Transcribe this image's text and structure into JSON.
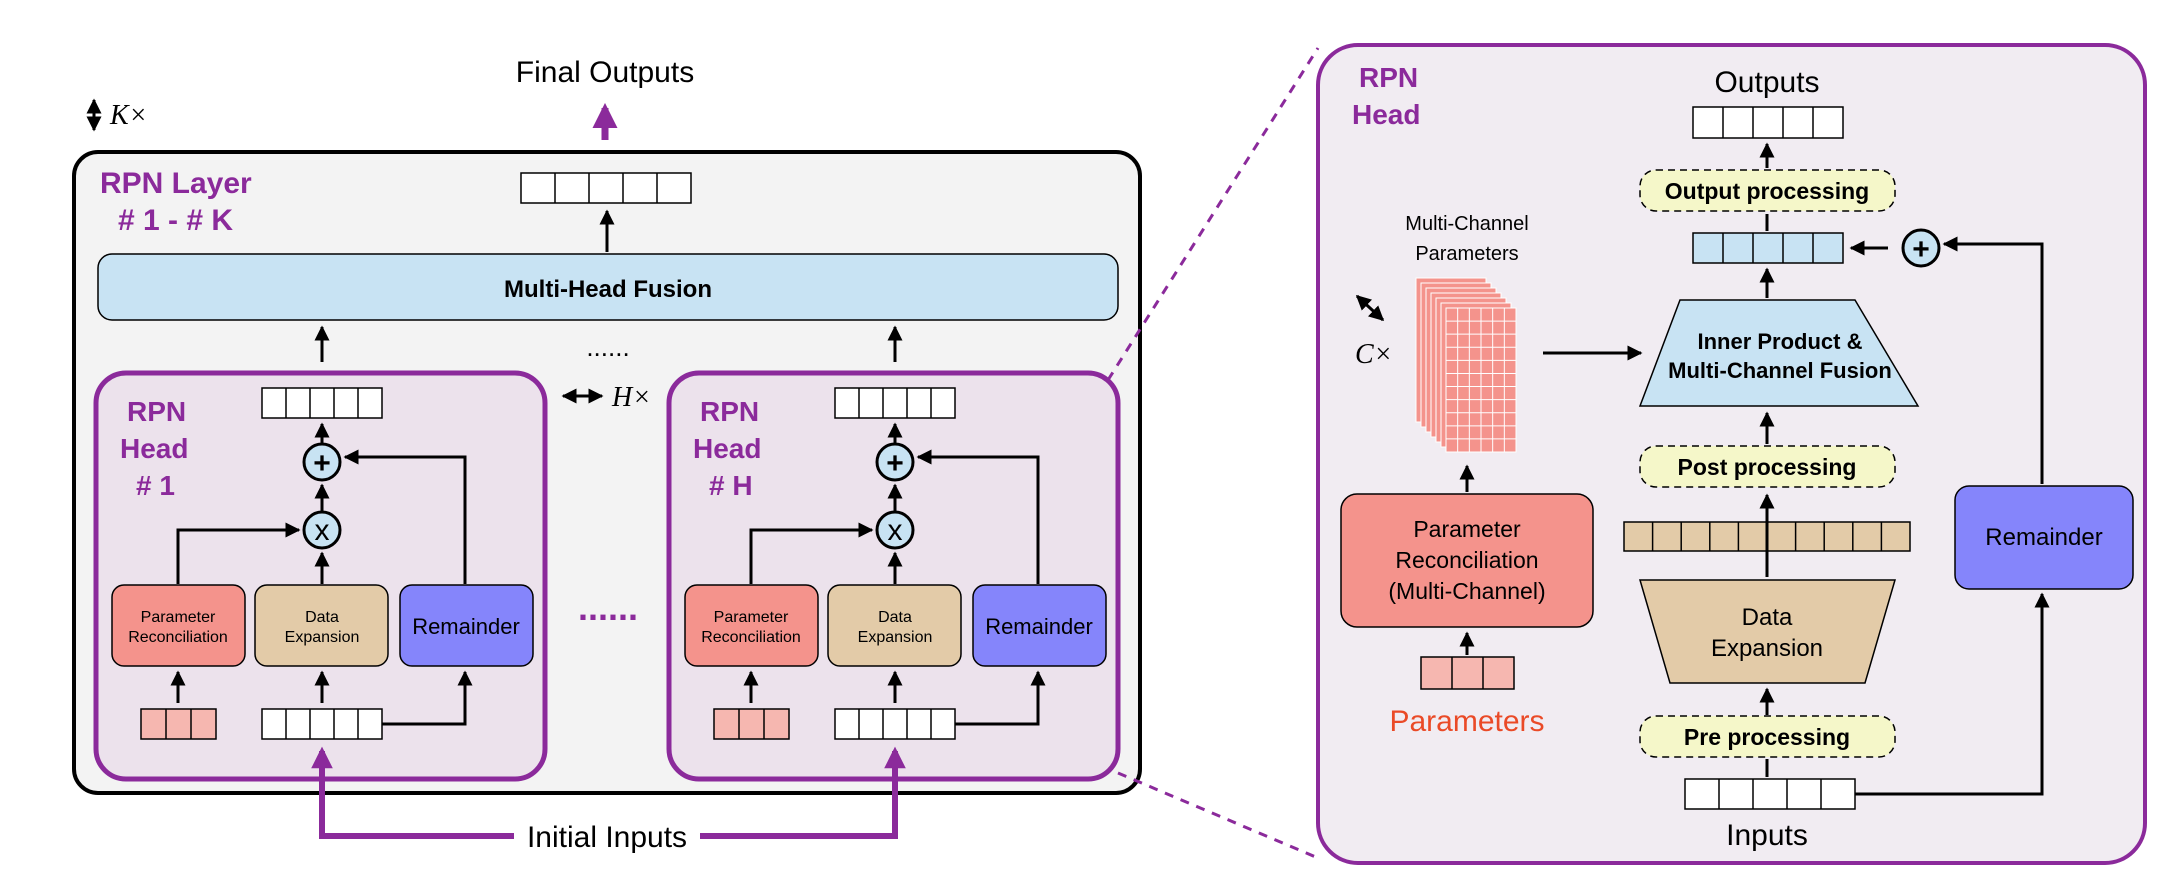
{
  "left": {
    "final_outputs": "Final Outputs",
    "k_times": "K×",
    "layer_title_1": "RPN Layer",
    "layer_title_2": "# 1 - # K",
    "fusion": "Multi-Head Fusion",
    "dots_top": "......",
    "h_times": "H×",
    "dots_mid": "......",
    "initial_inputs": "Initial Inputs",
    "heads": [
      {
        "title_1": "RPN",
        "title_2": "Head",
        "title_3": "# 1",
        "param_1": "Parameter",
        "param_2": "Reconciliation",
        "data_1": "Data",
        "data_2": "Expansion",
        "remainder": "Remainder",
        "plus": "+",
        "times": "x"
      },
      {
        "title_1": "RPN",
        "title_2": "Head",
        "title_3": "# H",
        "param_1": "Parameter",
        "param_2": "Reconciliation",
        "data_1": "Data",
        "data_2": "Expansion",
        "remainder": "Remainder",
        "plus": "+",
        "times": "x"
      }
    ]
  },
  "right": {
    "title_1": "RPN",
    "title_2": "Head",
    "outputs": "Outputs",
    "output_processing": "Output processing",
    "plus": "+",
    "mc_params_1": "Multi-Channel",
    "mc_params_2": "Parameters",
    "c_times": "C×",
    "inner_1": "Inner Product &",
    "inner_2": "Multi-Channel Fusion",
    "post_processing": "Post processing",
    "param_rec_1": "Parameter",
    "param_rec_2": "Reconciliation",
    "param_rec_3": "(Multi-Channel)",
    "data_1": "Data",
    "data_2": "Expansion",
    "remainder": "Remainder",
    "pre_processing": "Pre processing",
    "parameters": "Parameters",
    "inputs": "Inputs"
  },
  "colors": {
    "purple": "#8b2a9b",
    "param_red": "#f4938c",
    "param_light": "#f6b7b0",
    "data_tan": "#e3cba8",
    "remainder_blue": "#8585fb",
    "fusion_blue": "#c8e3f3",
    "yellow": "#f5f7c9",
    "head_bg": "#ece2ec",
    "layer_bg": "#f3f3f3",
    "right_bg": "#f1ecf2",
    "parameters_text": "#ea4a27"
  }
}
